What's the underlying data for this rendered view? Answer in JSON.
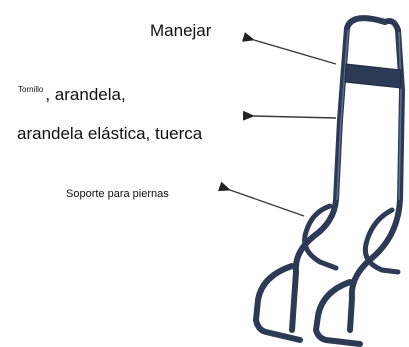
{
  "labels": {
    "handle": "Manejar",
    "bolt_small": "Tornillo",
    "bolt_line1": ", arandela,",
    "bolt_line2": "arandela elástica, tuerca",
    "leg_support": "Soporte para piernas"
  },
  "colors": {
    "frame": "#2c3a55",
    "frame_highlight": "#5b6f92",
    "arrow": "#3a3a3a",
    "text": "#111111",
    "background": "#ffffff"
  }
}
